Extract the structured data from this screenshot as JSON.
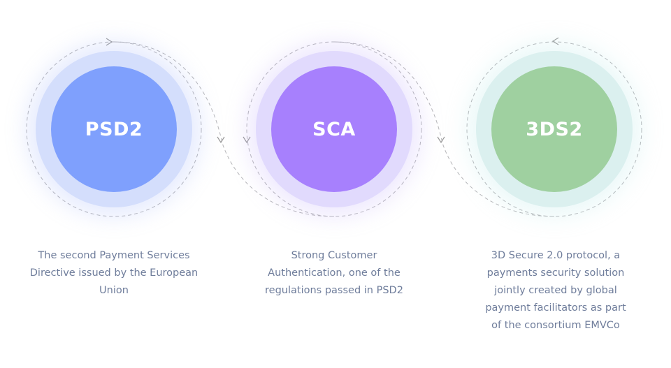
{
  "steps": [
    {
      "label": "PSD2",
      "description": "The second Payment Services Directive issued by the European Union",
      "color": "#7fa0fd",
      "ring": "#d4defc"
    },
    {
      "label": "SCA",
      "description": "Strong Customer Authentication, one of the regulations passed in PSD2",
      "color": "#a780fd",
      "ring": "#e1dafd"
    },
    {
      "label": "3DS2",
      "description": "3D Secure 2.0 protocol, a payments security solution jointly created by global payment facilitators as part of the consortium EMVCo",
      "color": "#9fd0a0",
      "ring": "#dbf0ef"
    }
  ]
}
